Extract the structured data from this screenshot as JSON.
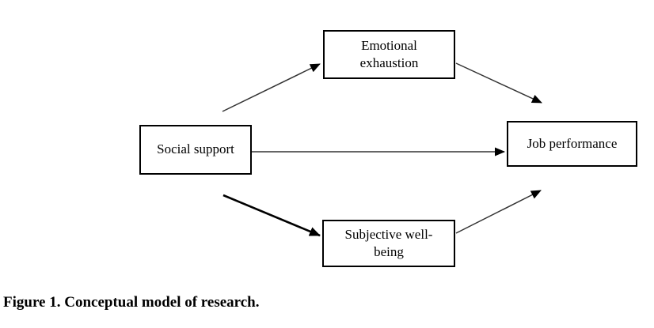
{
  "figure": {
    "caption": "Figure 1. Conceptual model of research.",
    "nodes": [
      {
        "id": "emotional-exhaustion",
        "label": "Emotional\nexhaustion"
      },
      {
        "id": "social-support",
        "label": "Social support"
      },
      {
        "id": "job-performance",
        "label": "Job performance"
      },
      {
        "id": "subjective-well-being",
        "label": "Subjective well-\nbeing"
      }
    ],
    "edges": [
      {
        "from": "social-support",
        "to": "emotional-exhaustion",
        "style": "thin"
      },
      {
        "from": "emotional-exhaustion",
        "to": "job-performance",
        "style": "thin"
      },
      {
        "from": "social-support",
        "to": "job-performance",
        "style": "thin"
      },
      {
        "from": "social-support",
        "to": "subjective-well-being",
        "style": "thick"
      },
      {
        "from": "subjective-well-being",
        "to": "job-performance",
        "style": "thin"
      }
    ],
    "colors": {
      "background": "#ffffff",
      "box_border": "#000000",
      "text": "#000000",
      "thin_line": "#333333",
      "thick_line": "#000000"
    }
  }
}
